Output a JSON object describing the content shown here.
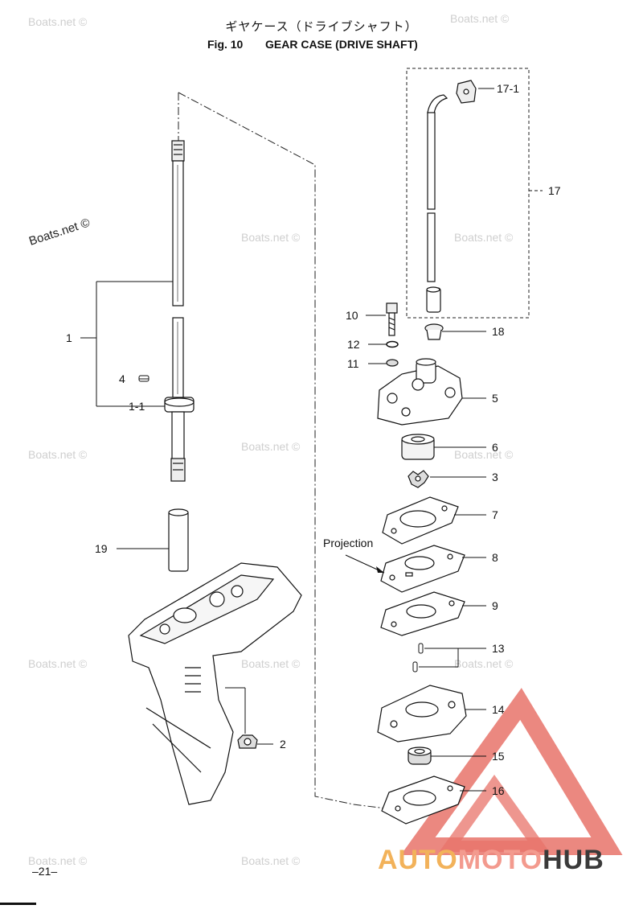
{
  "header": {
    "title_jp": "ギヤケース（ドライブシャフト）",
    "figure_number": "Fig. 10",
    "figure_name": "GEAR CASE (DRIVE SHAFT)"
  },
  "callouts": {
    "c17_1": "17-1",
    "c17": "17",
    "c1": "1",
    "c4": "4",
    "c1_1": "1-1",
    "c10": "10",
    "c18": "18",
    "c12": "12",
    "c11": "11",
    "c5": "5",
    "c6": "6",
    "c3": "3",
    "c7": "7",
    "c8": "8",
    "c9": "9",
    "c13": "13",
    "c14": "14",
    "c15": "15",
    "c16": "16",
    "c19": "19",
    "c2": "2"
  },
  "projection_label": "Projection",
  "watermarks": {
    "text": "Boats.net ©",
    "dark": "Boats.net ©"
  },
  "page_number": "–21–",
  "brand": {
    "part1": "AUTO",
    "part2": "MOTO",
    "part3": "HUB"
  },
  "colors": {
    "logo_red": "#e8736a",
    "logo_orange": "#f2b25a",
    "logo_dark": "#3a3a3a",
    "watermark": "#cfcfcf"
  }
}
